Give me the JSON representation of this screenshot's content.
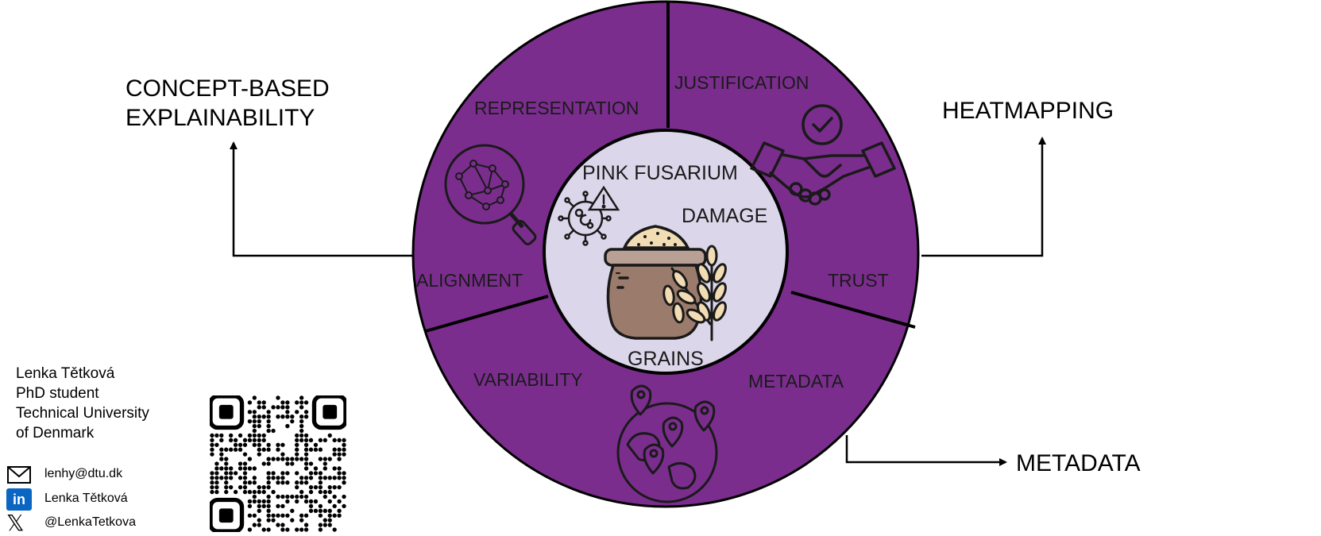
{
  "diagram": {
    "ring_labels": {
      "representation": "REPRESENTATION",
      "justification": "JUSTIFICATION",
      "alignment": "ALIGNMENT",
      "trust": "TRUST",
      "variability": "VARIABILITY",
      "metadata": "METADATA"
    },
    "center_labels": {
      "pink_fusarium": "PINK FUSARIUM",
      "damage": "DAMAGE",
      "grains": "GRAINS"
    },
    "outcomes": {
      "concept_line1": "CONCEPT-BASED",
      "concept_line2": "EXPLAINABILITY",
      "heatmapping": "HEATMAPPING",
      "metadata": "METADATA"
    },
    "colors": {
      "ring": "#7b2d8e",
      "center": "#dcd6ea",
      "icon": "#1a1a1a",
      "sack": "#9b7b6c",
      "grain": "#f2dcb3"
    }
  },
  "contact": {
    "name": "Lenka Tětková",
    "role": "PhD student",
    "affiliation_line1": "Technical University",
    "affiliation_line2": "of Denmark",
    "email": "lenhy@dtu.dk",
    "linkedin": "Lenka Tětková",
    "x_handle": "@LenkaTetkova",
    "email_icon": "envelope-icon",
    "linkedin_icon": "linkedin-icon",
    "x_icon": "x-logo-icon"
  }
}
